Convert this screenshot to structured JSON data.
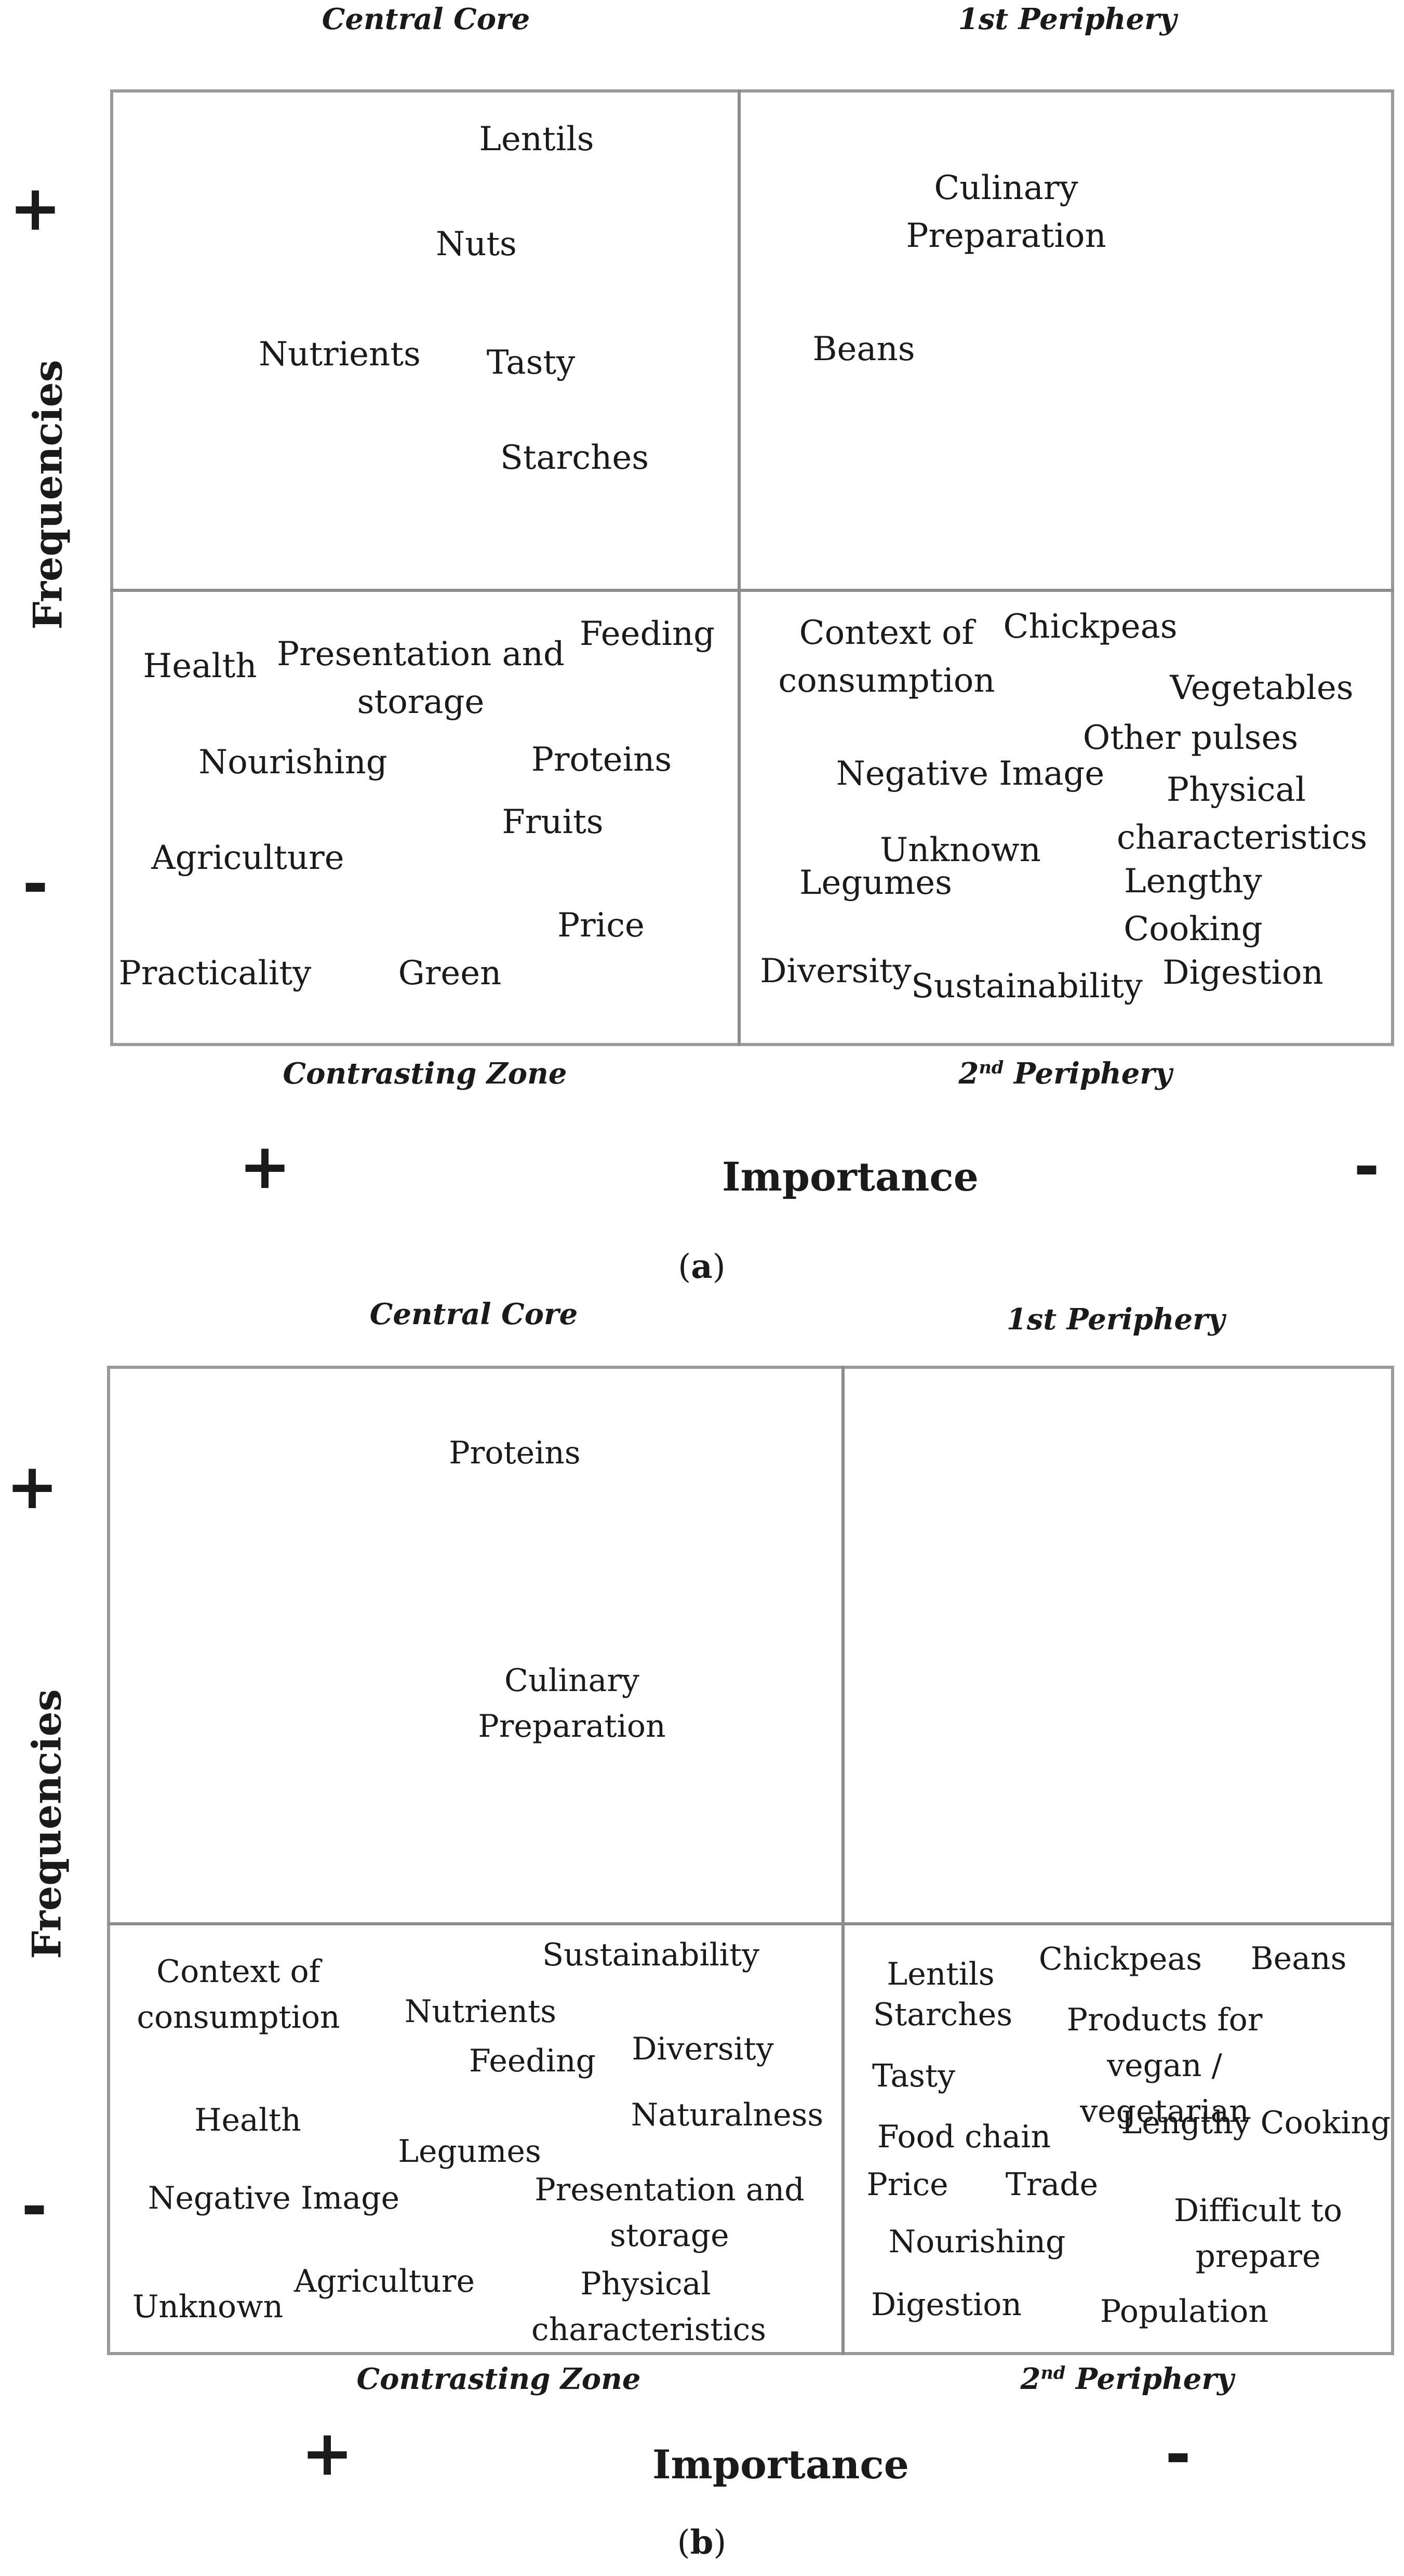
{
  "panel_a": {
    "quadrant_titles": {
      "central_core": "Central Core",
      "first_periphery": "1st Periphery",
      "contrasting_zone": "Contrasting Zone",
      "second_periphery_base": "2",
      "second_periphery_sup": "nd",
      "second_periphery_rest": " Periphery"
    },
    "central_core": [
      "Lentils",
      "Nuts",
      "Nutrients",
      "Tasty",
      "Starches"
    ],
    "first_periphery": [
      "Culinary Preparation",
      "Beans"
    ],
    "contrasting_zone": [
      "Health",
      "Presentation and storage",
      "Feeding",
      "Nourishing",
      "Proteins",
      "Fruits",
      "Agriculture",
      "Price",
      "Practicality",
      "Green"
    ],
    "second_periphery": [
      "Context of consumption",
      "Chickpeas",
      "Vegetables",
      "Other pulses",
      "Negative Image",
      "Physical characteristics",
      "Unknown",
      "Legumes",
      "Lengthy Cooking",
      "Diversity",
      "Sustainability",
      "Digestion"
    ],
    "axis_x_label": "Importance",
    "axis_y_label": "Frequencies",
    "plus": "+",
    "minus_x": "-",
    "minus_y": "-",
    "caption_open": "(",
    "caption_letter": "a",
    "caption_close": ")"
  },
  "panel_b": {
    "quadrant_titles": {
      "central_core": "Central Core",
      "first_periphery": "1st Periphery",
      "contrasting_zone": "Contrasting Zone",
      "second_periphery_base": "2",
      "second_periphery_sup": "nd",
      "second_periphery_rest": " Periphery"
    },
    "central_core": [
      "Proteins",
      "Culinary Preparation"
    ],
    "first_periphery": [],
    "contrasting_zone": [
      "Context of consumption",
      "Sustainability",
      "Nutrients",
      "Feeding",
      "Diversity",
      "Health",
      "Legumes",
      "Naturalness",
      "Negative Image",
      "Presentation and storage",
      "Agriculture",
      "Unknown",
      "Physical characteristics"
    ],
    "second_periphery": [
      "Lentils",
      "Starches",
      "Chickpeas",
      "Beans",
      "Products for vegan / vegetarian",
      "Tasty",
      "Food chain",
      "Lengthy Cooking",
      "Price",
      "Trade",
      "Difficult to prepare",
      "Nourishing",
      "Digestion",
      "Population"
    ],
    "axis_x_label": "Importance",
    "axis_y_label": "Frequencies",
    "plus": "+",
    "minus_x": "-",
    "minus_y": "-",
    "caption_open": "(",
    "caption_letter": "b",
    "caption_close": ")"
  }
}
